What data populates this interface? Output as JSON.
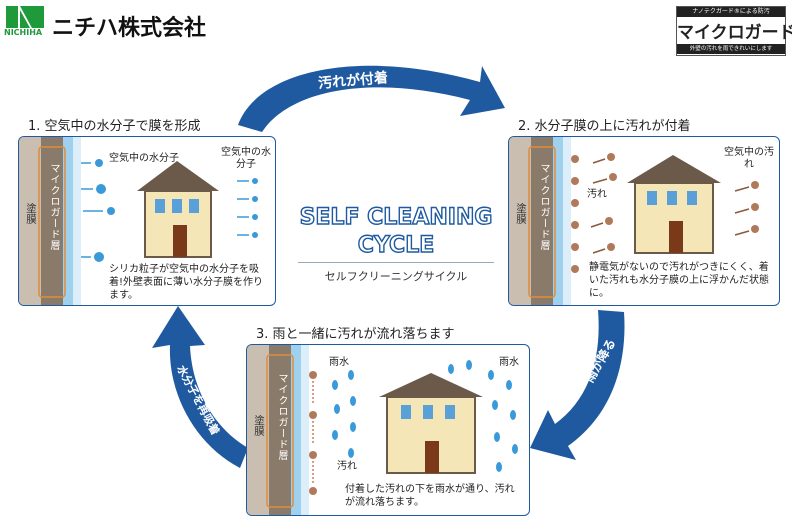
{
  "header": {
    "logo_text": "NICHIHA",
    "company_name": "ニチハ株式会社",
    "brand_top": "ナノテクガード®による防汚",
    "brand_name": "マイクロガード",
    "brand_sub": "外壁の汚れを雨できれいにします"
  },
  "center": {
    "line1": "SELF CLEANING",
    "line2": "CYCLE",
    "subtitle": "セルフクリーニングサイクル"
  },
  "arrows": {
    "top": "汚れが付着",
    "right": "雨が降る",
    "left": "水分子を再吸着"
  },
  "colors": {
    "arrow_blue": "#1f5aa0",
    "coat_orange": "#e08b3a",
    "coat_brown": "#8a7a6a",
    "water_blue": "#3a9ad9",
    "dirt_brown": "#b07a5a"
  },
  "step1": {
    "title": "1. 空気中の水分子で膜を形成",
    "wall_label": "塗膜",
    "coat_label": "マイクロガード層",
    "label_left": "空気中の水分子",
    "label_right": "空気中の水分子",
    "note": "シリカ粒子が空気中の水分子を吸着!外壁表面に薄い水分子膜を作ります。"
  },
  "step2": {
    "title": "2. 水分子膜の上に汚れが付着",
    "wall_label": "塗膜",
    "coat_label": "マイクロガード層",
    "dirt_label": "汚れ",
    "label_right": "空気中の汚れ",
    "note": "静電気がないので汚れがつきにくく、着いた汚れも水分子膜の上に浮かんだ状態に。"
  },
  "step3": {
    "title": "3. 雨と一緒に汚れが流れ落ちます",
    "wall_label": "塗膜",
    "coat_label": "マイクロガード層",
    "rain_left": "雨水",
    "rain_right": "雨水",
    "dirt_label": "汚れ",
    "note": "付着した汚れの下を雨水が通り、汚れが流れ落ちます。"
  }
}
